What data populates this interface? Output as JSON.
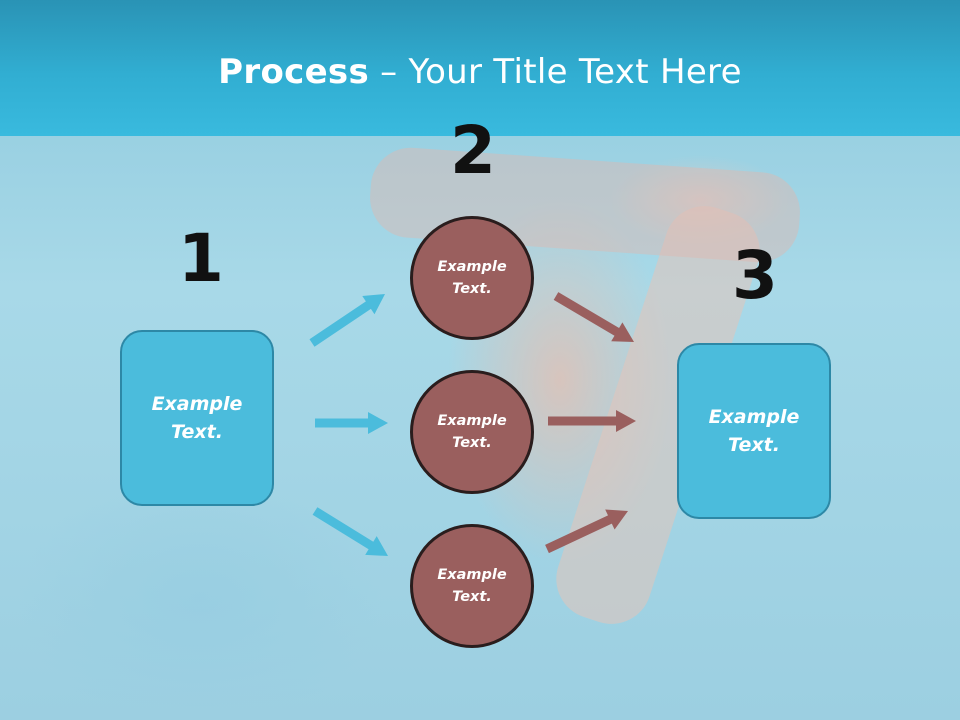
{
  "slide": {
    "title_bold": "Process",
    "title_rest": " – Your Title Text Here"
  },
  "steps": {
    "step1_number": "1",
    "step2_number": "2",
    "step3_number": "3"
  },
  "boxes": {
    "left_text": "Example Text.",
    "right_text": "Example Text."
  },
  "circles": [
    {
      "text": "Example Text."
    },
    {
      "text": "Example Text."
    },
    {
      "text": "Example Text."
    }
  ],
  "colors": {
    "header": "#39bade",
    "box_fill": "#4bbcdc",
    "circle_fill": "#9a5f5e",
    "blue_arrow": "#4bbcdc",
    "brown_arrow": "#9a5f5e"
  },
  "icons": {
    "blue_arrows": "arrow-right",
    "brown_arrows": "arrow-right"
  }
}
